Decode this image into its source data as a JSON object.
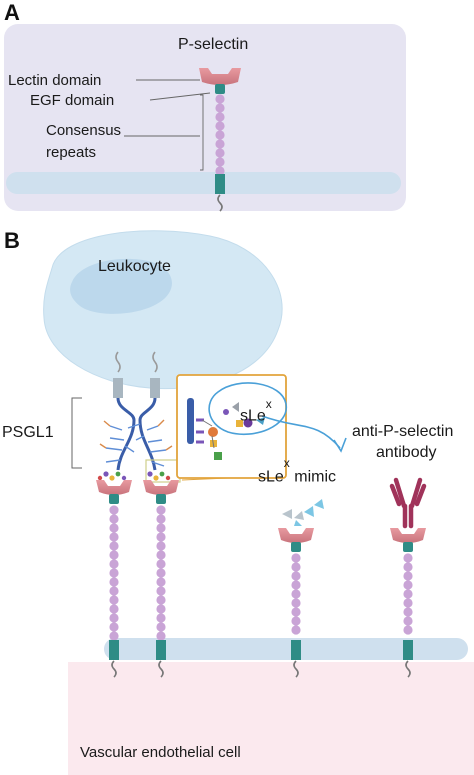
{
  "panel_a": {
    "letter": "A",
    "title": "P-selectin",
    "labels": {
      "lectin": "Lectin domain",
      "egf": "EGF domain",
      "consensus_line1": "Consensus",
      "consensus_line2": "repeats"
    }
  },
  "panel_b": {
    "letter": "B",
    "leukocyte": "Leukocyte",
    "psgl1": "PSGL1",
    "slex_base": "sLe",
    "slex_sup": "x",
    "mimic_base": "sLe",
    "mimic_sup": "x",
    "mimic_word": "mimic",
    "antibody_line1": "anti-P-selectin",
    "antibody_line2": "antibody",
    "endothelium": "Vascular endothelial cell"
  },
  "colors": {
    "panel_a_bg": "#e6e4f2",
    "membrane": "#cfe0ee",
    "leukocyte": "#d4e8f4",
    "endothelial": "#fbe9ee",
    "lectin": "#d9828a",
    "consensus": "#c9a4d6",
    "tm": "#2f8c86",
    "psgl1": "#3a5da8",
    "inset_border": "#e2a43c",
    "antibody": "#a0335a"
  }
}
